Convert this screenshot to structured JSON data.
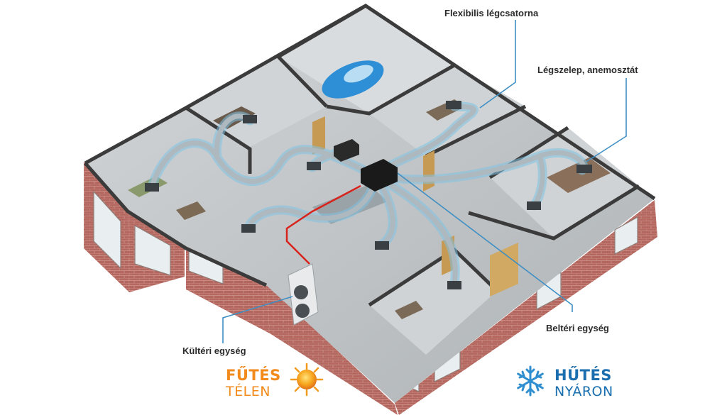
{
  "labels": {
    "flexible_duct": "Flexibilis légcsatorna",
    "air_valve": "Légszelep, anemosztát",
    "indoor_unit": "Beltéri egység",
    "outdoor_unit": "Kültéri egység"
  },
  "heating": {
    "line1": "FŰTÉS",
    "line2": "TÉLEN",
    "color": "#f28a1c",
    "icon": "sun-icon"
  },
  "cooling": {
    "line1": "HŰTÉS",
    "line2": "NYÁRON",
    "color": "#1b6fae",
    "icon": "snowflake-icon"
  },
  "colors": {
    "brick": "#b4675e",
    "floor": "#c6cacc",
    "duct": "#aeb8bf",
    "duct_glow": "#7fc3e4",
    "pointer": "#3f8fc4",
    "power_line": "#d8231c",
    "car": "#2e8fd6"
  }
}
